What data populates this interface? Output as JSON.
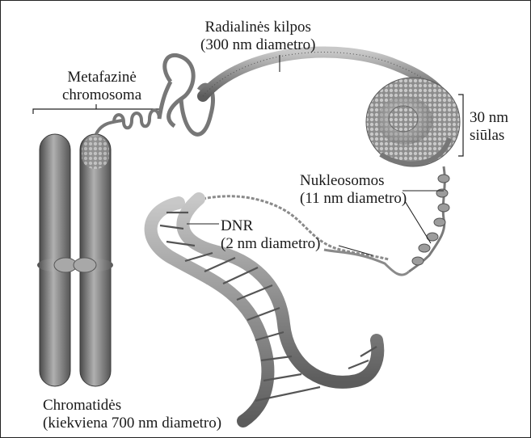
{
  "labels": {
    "radial_loops": {
      "line1": "Radialinės kilpos",
      "line2": "(300 nm diametro)"
    },
    "metaphase_chromosome": {
      "line1": "Metafazinė",
      "line2": "chromosoma"
    },
    "fiber_30nm": {
      "line1": "30 nm",
      "line2": "siūlas"
    },
    "nucleosomes": {
      "line1": "Nukleosomos",
      "line2": "(11 nm diametro)"
    },
    "dna": {
      "line1": "DNR",
      "line2": "(2 nm diametro)"
    },
    "chromatids": {
      "line1": "Chromatidės",
      "line2": "(kiekviena 700 nm diametro)"
    }
  },
  "colors": {
    "chromatid": "#6f6f6f",
    "chromatid_highlight": "#a9a9a9",
    "centromere": "#9a9a9a",
    "strand": "#7a7a7a",
    "rung": "#555555",
    "line": "#222222"
  }
}
